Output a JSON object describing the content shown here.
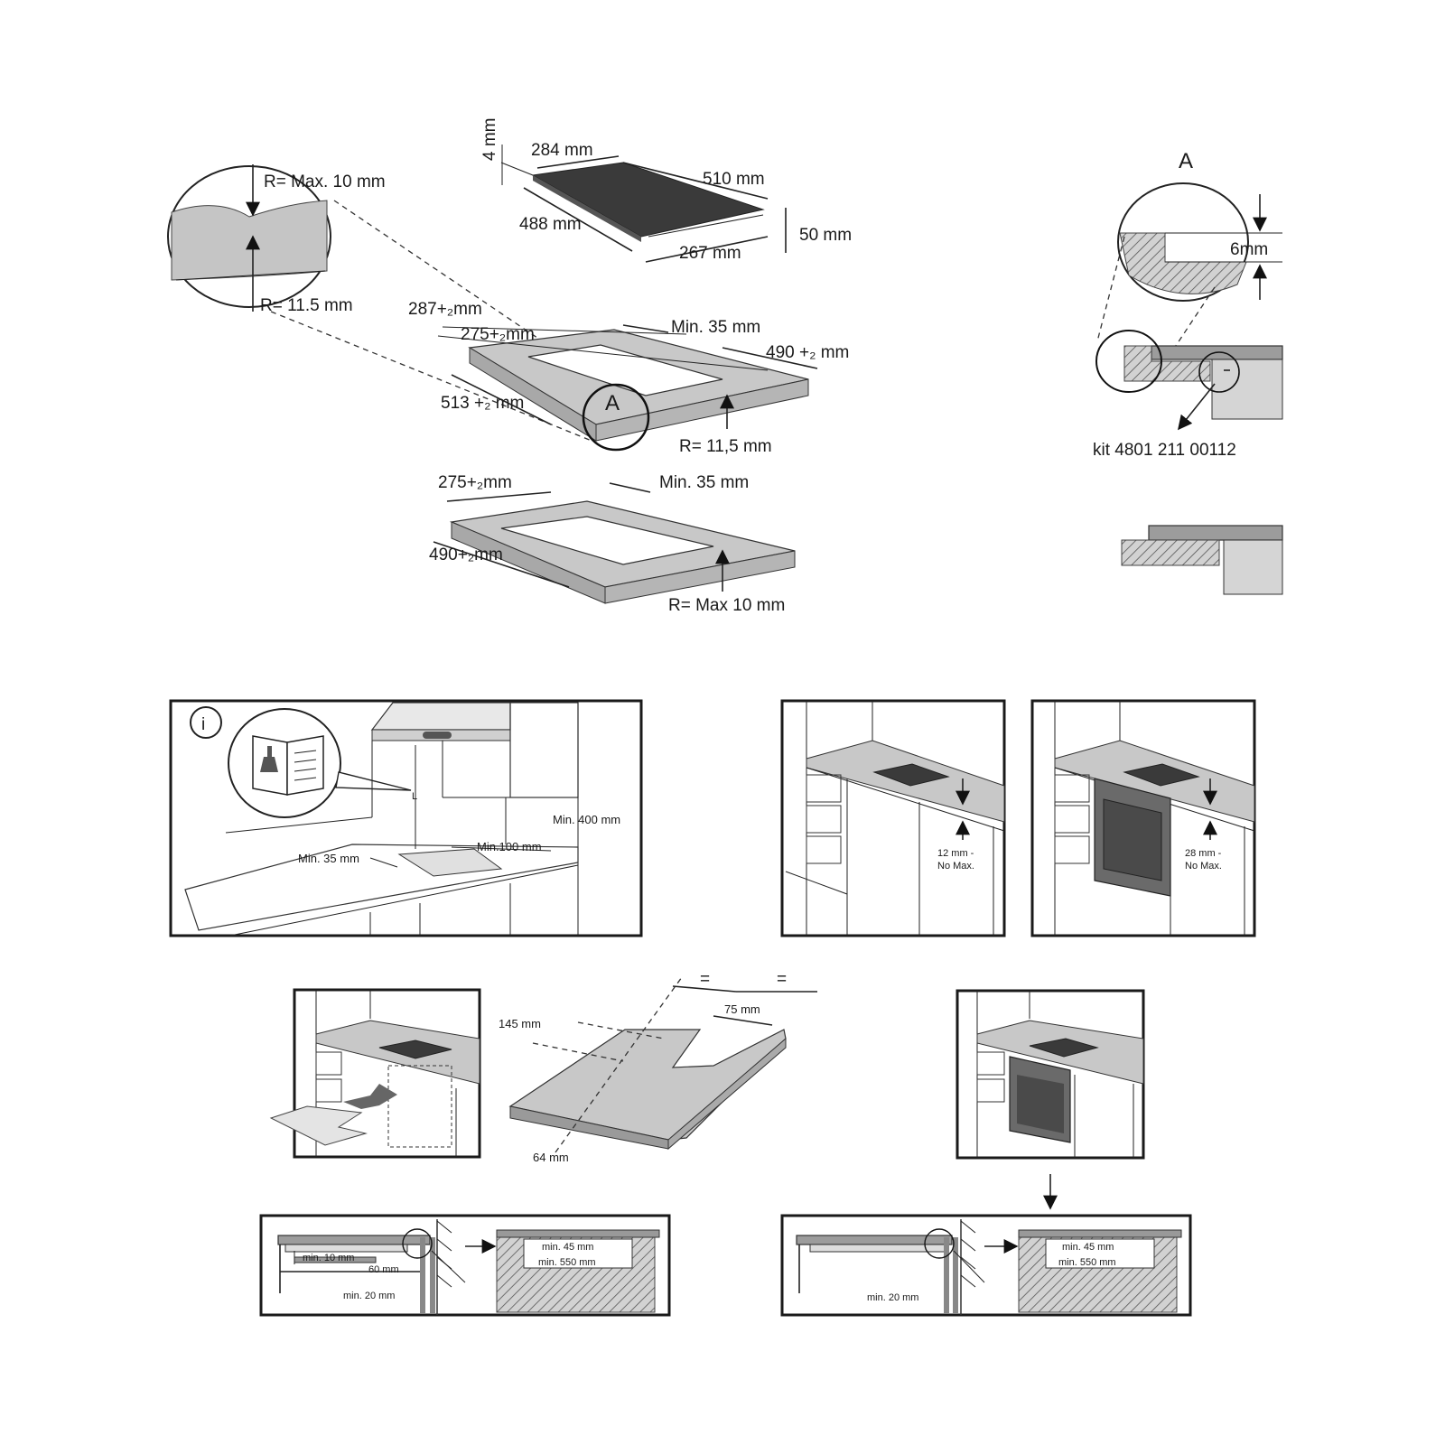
{
  "top": {
    "r_max": "R= Max. 10 mm",
    "r_min": "R= 11.5 mm",
    "hob_thickness": "4 mm",
    "hob_depth_front": "284 mm",
    "hob_width": "510 mm",
    "hob_depth": "488 mm",
    "hob_depth_bottom": "267 mm",
    "hob_height": "50 mm",
    "cut1_a": "287+₂mm",
    "cut1_b": "275+₂mm",
    "cut1_min": "Min. 35 mm",
    "cut1_w": "490 +₂ mm",
    "cut1_d": "513 +₂ mm",
    "cut1_A": "A",
    "cut1_r": "R= 11,5 mm",
    "cut2_a": "275+₂mm",
    "cut2_min": "Min. 35 mm",
    "cut2_w": "490+₂mm",
    "cut2_r": "R= Max 10 mm",
    "detail_title": "A",
    "detail_6mm": "6mm",
    "kit": "kit 4801 211 00112"
  },
  "middle": {
    "info_icon": "i",
    "min35": "Min. 35 mm",
    "min100": "Min.100 mm",
    "min400": "Min. 400 mm",
    "l_label": "L",
    "gap12": "12 mm -",
    "gap12_b": "No Max.",
    "gap28": "28 mm -",
    "gap28_b": "No Max."
  },
  "lower": {
    "eq1": "=",
    "eq2": "=",
    "d145": "145 mm",
    "d75": "75 mm",
    "d64": "64 mm"
  },
  "bottom": {
    "min10": "min. 10 mm",
    "d60": "60 mm",
    "min20_l": "min. 20 mm",
    "min45_l": "min. 45 mm",
    "min550_l": "min. 550 mm",
    "min20_r": "min. 20 mm",
    "min45_r": "min. 45 mm",
    "min550_r": "min. 550 mm"
  }
}
